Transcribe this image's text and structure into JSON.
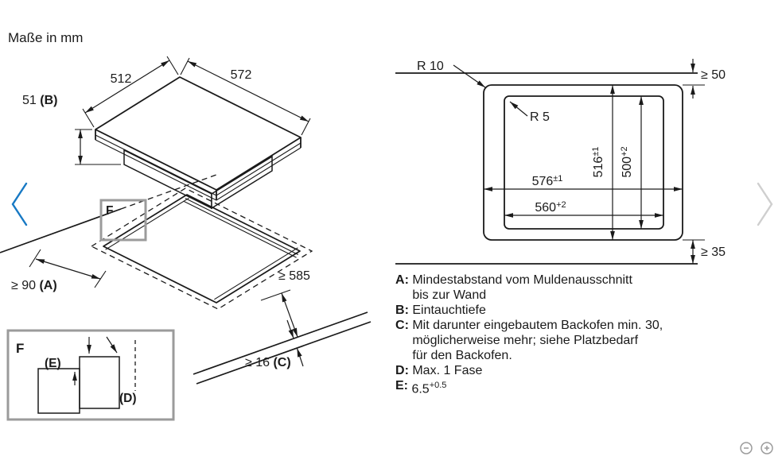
{
  "header": {
    "units_label": "Maße in mm"
  },
  "iso": {
    "dim_depth": "512",
    "dim_width": "572",
    "dim_thickness": "51 ",
    "ref_b": "(B)",
    "detail_marker": "F",
    "dim_wall": "≥ 90 ",
    "ref_a": "(A)",
    "dim_counter_depth": "≥ 585",
    "dim_counter_thickness": "≥ 16 ",
    "ref_c": "(C)"
  },
  "detail_inset": {
    "marker": "F",
    "ref_e": "(E)",
    "ref_d": "(D)"
  },
  "cutout_view": {
    "radius_outer": "R 10",
    "radius_inner": "R 5",
    "clearance_top": "≥ 50",
    "height_outer": "516",
    "height_outer_tol": "±1",
    "height_inner": "500",
    "height_inner_tol": "+2",
    "width_outer": "576",
    "width_outer_tol": "±1",
    "width_inner": "560",
    "width_inner_tol": "+2",
    "clearance_bottom": "≥ 35"
  },
  "legend": {
    "items": [
      {
        "key": "A",
        "sep": ": ",
        "lines": [
          "Mindestabstand vom Muldenausschnitt",
          "bis zur Wand"
        ]
      },
      {
        "key": "B",
        "sep": ": ",
        "lines": [
          "Eintauchtiefe"
        ]
      },
      {
        "key": "C",
        "sep": ": ",
        "lines": [
          "Mit darunter eingebautem Backofen min. 30,",
          "möglicherweise mehr; siehe Platzbedarf",
          "für den Backofen."
        ]
      },
      {
        "key": "D",
        "sep": ": ",
        "lines": [
          "Max. 1 Fase"
        ]
      },
      {
        "key": "E",
        "sep": ": ",
        "value": "6.5",
        "sup": "+0.5"
      }
    ]
  },
  "carousel": {
    "prev_icon": "chevron-left",
    "next_icon": "chevron-right"
  },
  "zoom_controls": {
    "out_icon": "magnifier-minus",
    "in_icon": "magnifier-plus"
  },
  "colors": {
    "line": "#1a1a1a",
    "accent_blue": "#1779c4",
    "box_grey": "#9b9b9b",
    "chevron_grey": "#cfcfcf"
  }
}
